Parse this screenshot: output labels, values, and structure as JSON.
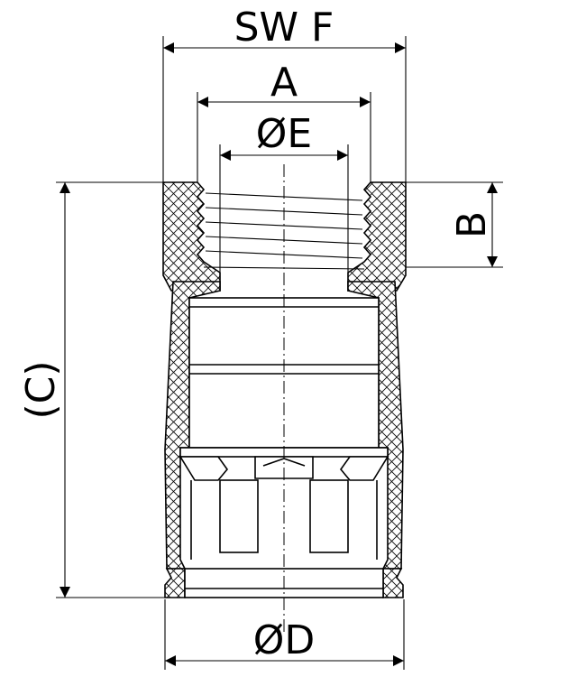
{
  "labels": {
    "sw_f": "SW F",
    "a": "A",
    "phi_e": "ØE",
    "b": "B",
    "c": "(C)",
    "phi_d": "ØD"
  }
}
